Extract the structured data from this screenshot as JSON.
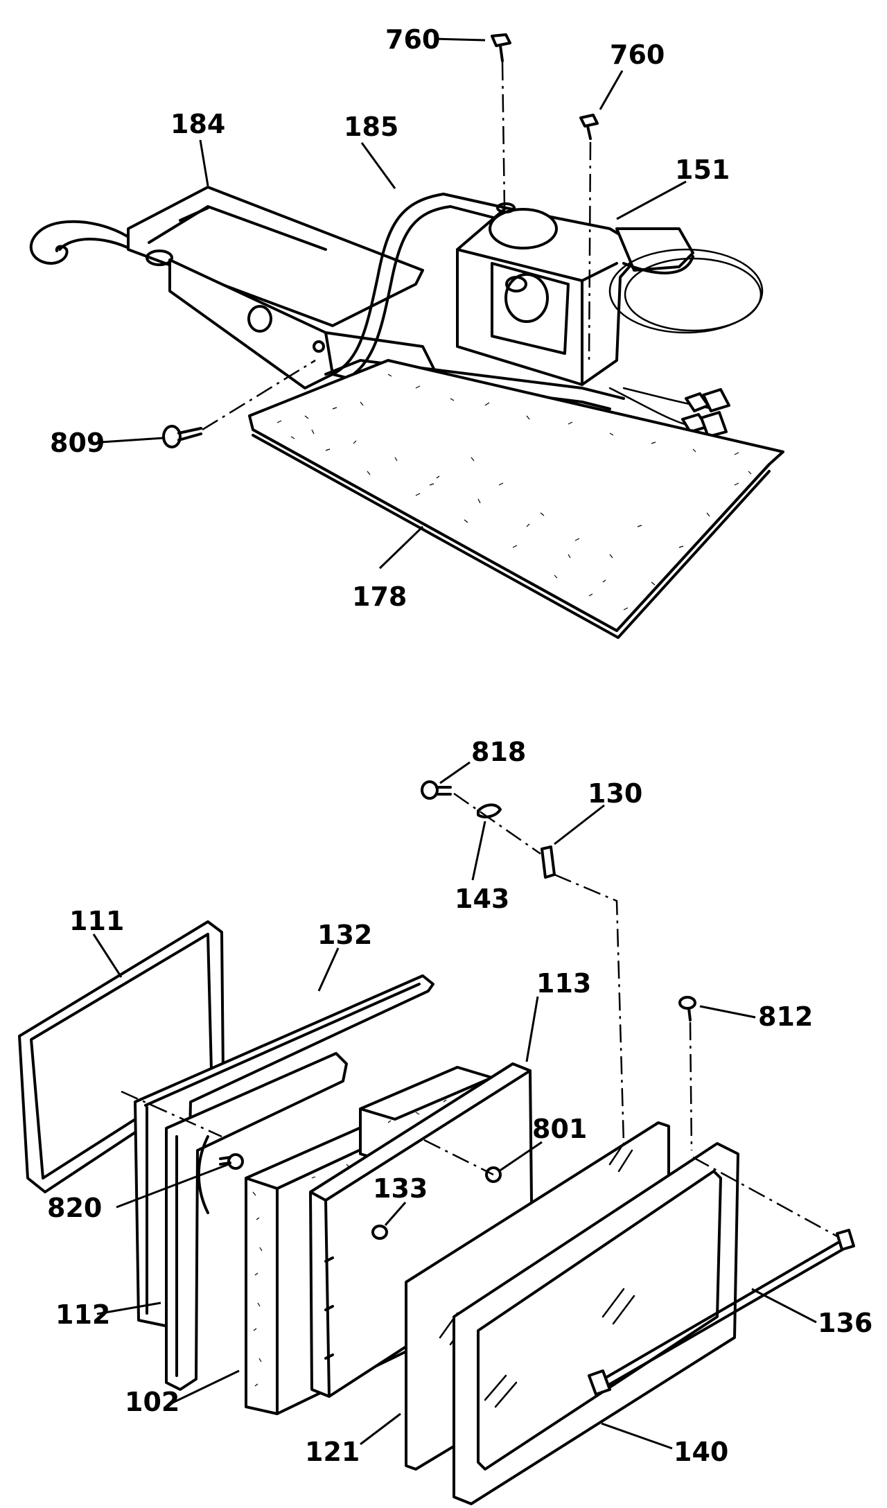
{
  "callouts": [
    {
      "id": "760a",
      "text": "760"
    },
    {
      "id": "760b",
      "text": "760"
    },
    {
      "id": "184",
      "text": "184"
    },
    {
      "id": "185",
      "text": "185"
    },
    {
      "id": "151",
      "text": "151"
    },
    {
      "id": "809",
      "text": "809"
    },
    {
      "id": "178",
      "text": "178"
    },
    {
      "id": "818",
      "text": "818"
    },
    {
      "id": "130",
      "text": "130"
    },
    {
      "id": "143",
      "text": "143"
    },
    {
      "id": "111",
      "text": "111"
    },
    {
      "id": "132",
      "text": "132"
    },
    {
      "id": "113",
      "text": "113"
    },
    {
      "id": "812",
      "text": "812"
    },
    {
      "id": "801",
      "text": "801"
    },
    {
      "id": "133",
      "text": "133"
    },
    {
      "id": "820",
      "text": "820"
    },
    {
      "id": "112",
      "text": "112"
    },
    {
      "id": "136",
      "text": "136"
    },
    {
      "id": "102",
      "text": "102"
    },
    {
      "id": "121",
      "text": "121"
    },
    {
      "id": "140",
      "text": "140"
    }
  ]
}
